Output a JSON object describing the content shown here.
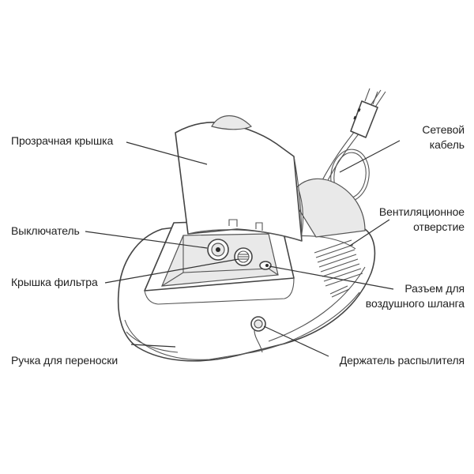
{
  "labels": {
    "lid": "Прозрачная крышка",
    "cable_1": "Сетевой",
    "cable_2": "кабель",
    "switch": "Выключатель",
    "vent_1": "Вентиляционное",
    "vent_2": "отверстие",
    "filter": "Крышка фильтра",
    "connector_1": "Разъем для",
    "connector_2": "воздушного шланга",
    "handle": "Ручка для переноски",
    "holder": "Держатель распылителя"
  }
}
